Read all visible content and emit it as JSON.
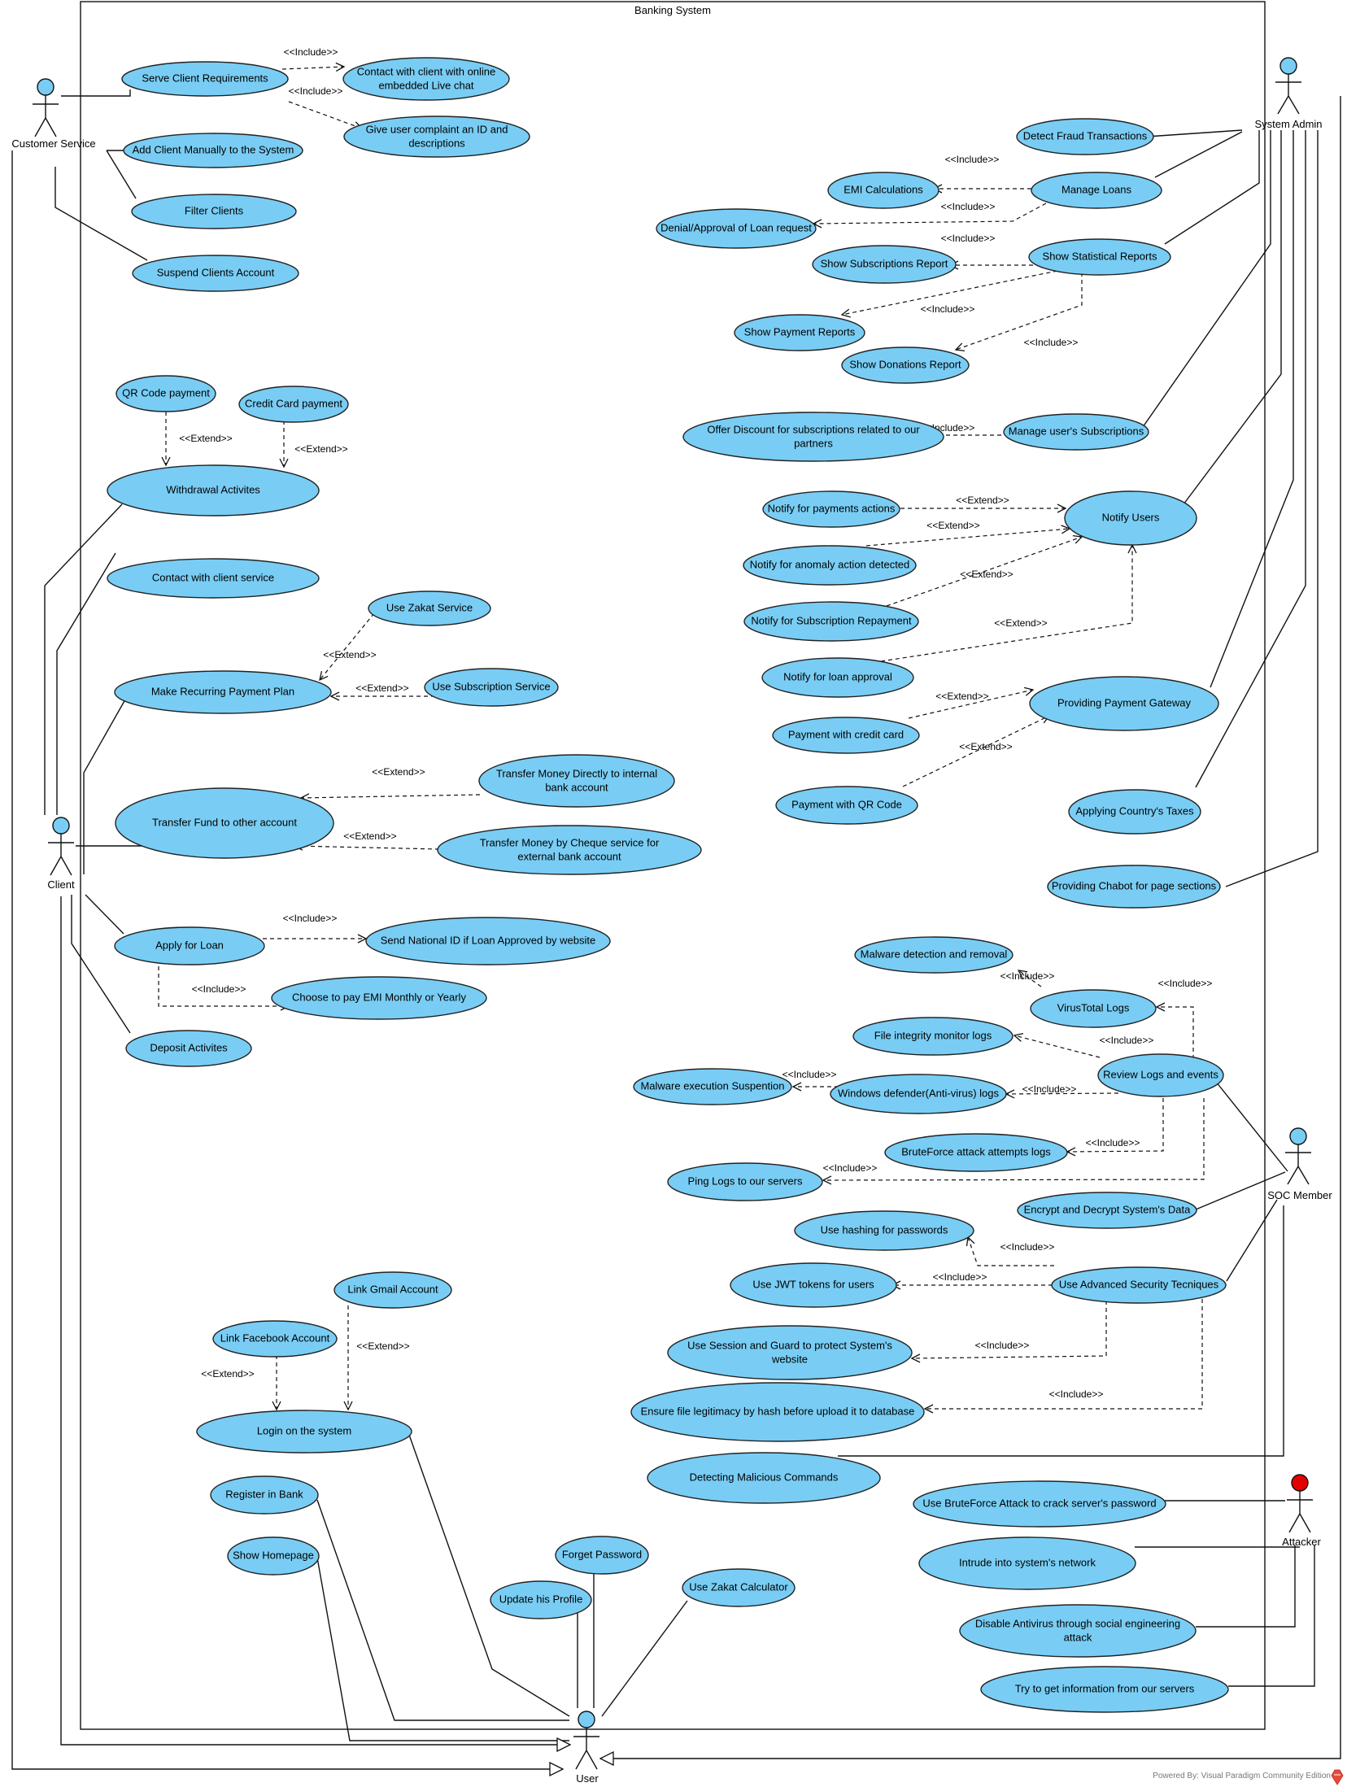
{
  "system": {
    "title": "Banking System"
  },
  "footer": {
    "text": "Powered By: Visual Paradigm Community Edition",
    "logo_icon": "visual-paradigm-logo-icon"
  },
  "colors": {
    "usecase_fill": "#79cdf4",
    "attacker_head": "#e30000",
    "actor_head": "#79cdf4",
    "line": "#111111"
  },
  "actors": {
    "customer_service": "Customer Service",
    "client": "Client",
    "system_admin": "System Admin",
    "soc_member": "SOC Member",
    "attacker": "Attacker",
    "user": "User"
  },
  "usecases": {
    "serve_client": "Serve Client Requirements",
    "contact_live_1": "Contact with client with online",
    "contact_live_2": "embedded Live chat",
    "complaint_1": "Give user complaint an ID and",
    "complaint_2": "descriptions",
    "add_client": "Add Client Manually to the System",
    "filter_clients": "Filter Clients",
    "suspend_account": "Suspend Clients Account",
    "qr_payment": "QR Code payment",
    "credit_card_payment": "Credit Card payment",
    "withdrawal": "Withdrawal Activites",
    "contact_client_service": "Contact with client service",
    "use_zakat": "Use Zakat Service",
    "recurring_plan": "Make Recurring Payment Plan",
    "use_subscription": "Use Subscription Service",
    "transfer_internal_1": "Transfer Money Directly to internal",
    "transfer_internal_2": "bank account",
    "transfer_fund": "Transfer Fund to other account",
    "transfer_cheque_1": "Transfer Money by Cheque service for",
    "transfer_cheque_2": "external bank account",
    "apply_loan": "Apply for Loan",
    "send_national_id": "Send National ID if Loan Approved by website",
    "choose_emi": "Choose to pay EMI Monthly or Yearly",
    "deposit": "Deposit Activites",
    "detect_fraud": "Detect Fraud Transactions",
    "emi_calc": "EMI Calculations",
    "manage_loans": "Manage Loans",
    "loan_decision": "Denial/Approval of Loan request",
    "subs_report": "Show Subscriptions Report",
    "stat_reports": "Show Statistical Reports",
    "payment_reports": "Show Payment Reports",
    "donations_report": "Show Donations Report",
    "offer_discount_1": "Offer Discount for subscriptions related to our",
    "offer_discount_2": "partners",
    "manage_subs": "Manage user's Subscriptions",
    "notify_payments": "Notify for payments actions",
    "notify_users": "Notify Users",
    "notify_anomaly": "Notify for anomaly action detected",
    "notify_subscription": "Notify for Subscription Repayment",
    "notify_loan": "Notify for loan approval",
    "pay_credit": "Payment with credit card",
    "payment_gateway": "Providing Payment Gateway",
    "pay_qr": "Payment with QR Code",
    "country_taxes": "Applying Country's Taxes",
    "chatbot": "Providing Chabot for page sections",
    "malware_detection": "Malware detection and removal",
    "virustotal": "VirusTotal Logs",
    "file_integrity": "File integrity monitor logs",
    "review_logs": "Review Logs and events",
    "malware_suspension": "Malware execution Suspention",
    "defender_logs": "Windows defender(Anti-virus) logs",
    "bruteforce_logs": "BruteForce attack attempts logs",
    "ping_logs": "Ping Logs to our servers",
    "encrypt_data": "Encrypt and Decrypt System's Data",
    "hashing_passwords": "Use hashing for passwords",
    "jwt_tokens": "Use JWT tokens for users",
    "advanced_security": "Use Advanced Security Tecniques",
    "session_guard_1": "Use Session and Guard to protect System's",
    "session_guard_2": "website",
    "file_legitimacy": "Ensure file legitimacy by hash before upload it to database",
    "malicious_commands": "Detecting Malicious Commands",
    "bruteforce_attack": "Use BruteForce Attack to crack server's password",
    "intrude_network": "Intrude into system's network",
    "disable_antivirus_1": "Disable Antivirus through social engineering",
    "disable_antivirus_2": "attack",
    "get_info": "Try to get information from our servers",
    "link_gmail": "Link Gmail Account",
    "link_facebook": "Link Facebook Account",
    "login": "Login on the system",
    "register": "Register in Bank",
    "homepage": "Show Homepage",
    "forget_password": "Forget Password",
    "update_profile": "Update his Profile",
    "zakat_calculator": "Use Zakat Calculator"
  },
  "stereotypes": {
    "include": "<<Include>>",
    "extend": "<<Extend>>"
  }
}
